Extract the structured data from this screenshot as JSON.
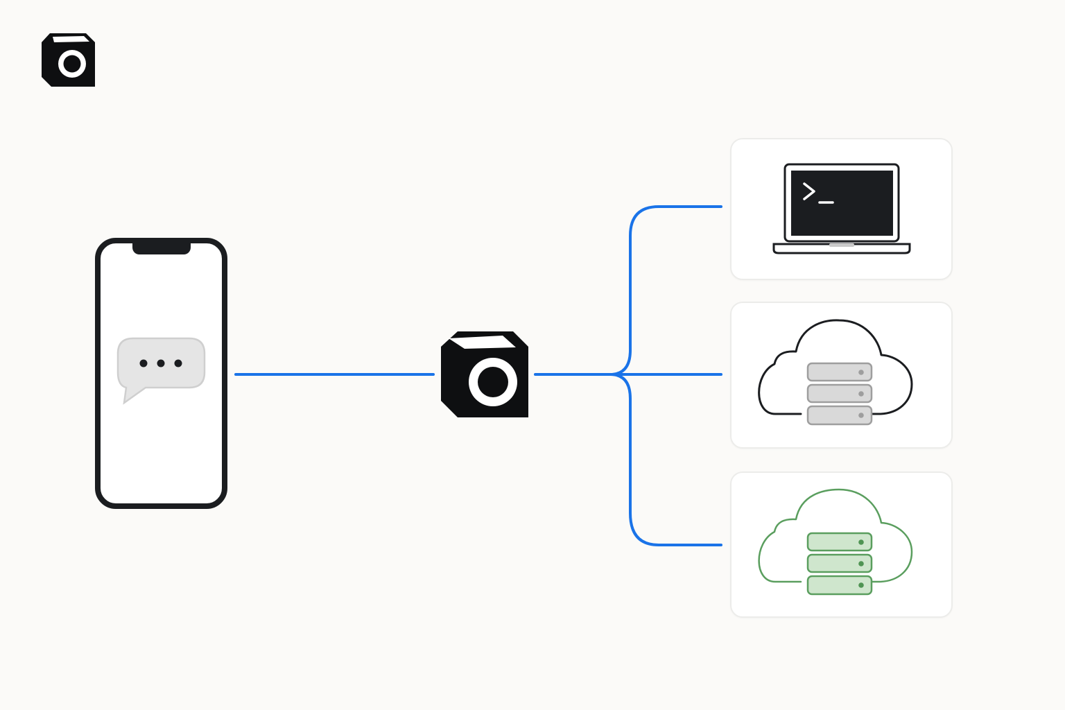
{
  "diagram": {
    "colors": {
      "background": "#fbfaf8",
      "connector": "#1a73e8",
      "dark": "#1b1d20",
      "card_border": "#ececea",
      "server_gray_fill": "#d9d9d9",
      "server_gray_stroke": "#9e9e9e",
      "cloud_green_stroke": "#5a9e5e",
      "server_green_fill": "#cfe6cd"
    },
    "nodes": [
      {
        "id": "app-logo",
        "icon": "box-ring-logo-icon"
      },
      {
        "id": "phone",
        "icon": "smartphone-chat-icon",
        "content": "typing-indicator-icon"
      },
      {
        "id": "hub",
        "icon": "box-ring-logo-icon"
      },
      {
        "id": "laptop",
        "icon": "laptop-terminal-icon",
        "prompt": ">_"
      },
      {
        "id": "cloud-server",
        "icon": "cloud-server-icon"
      },
      {
        "id": "cloud-server-green",
        "icon": "cloud-server-green-icon"
      }
    ],
    "edges": [
      {
        "from": "phone",
        "to": "hub"
      },
      {
        "from": "hub",
        "to": "laptop"
      },
      {
        "from": "hub",
        "to": "cloud-server"
      },
      {
        "from": "hub",
        "to": "cloud-server-green"
      }
    ]
  }
}
